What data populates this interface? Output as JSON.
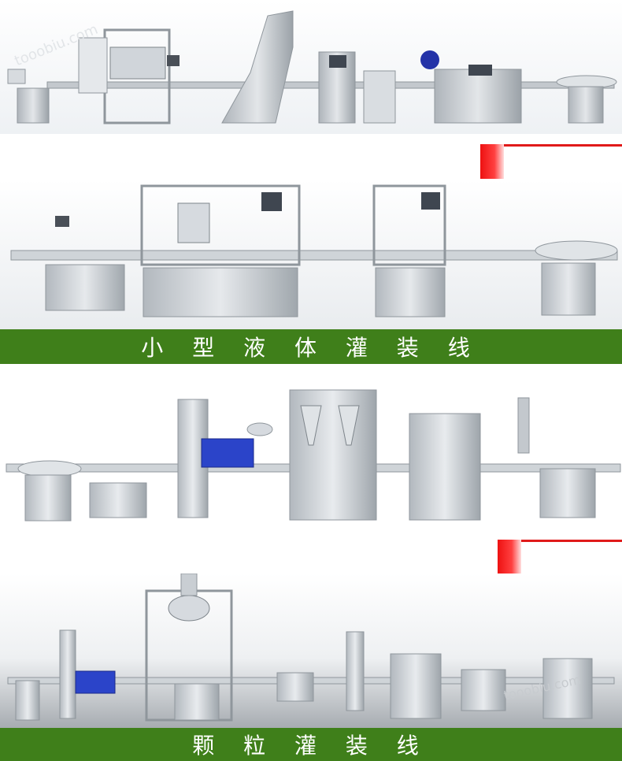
{
  "panels": [
    {
      "id": "top-line",
      "caption": ""
    },
    {
      "id": "liquid-line",
      "caption": "小 型 液 体 灌 装 线"
    },
    {
      "id": "powder-line",
      "caption": ""
    },
    {
      "id": "granule-line",
      "caption": "颗 粒 灌 装 线"
    }
  ],
  "watermark": "tooobiu.com",
  "colors": {
    "banner_green": "#3f7f1a",
    "accent_red": "#ee1111",
    "steel": "#c9ced3",
    "dark_steel": "#8f969c",
    "blue_panel": "#2b44c9"
  }
}
